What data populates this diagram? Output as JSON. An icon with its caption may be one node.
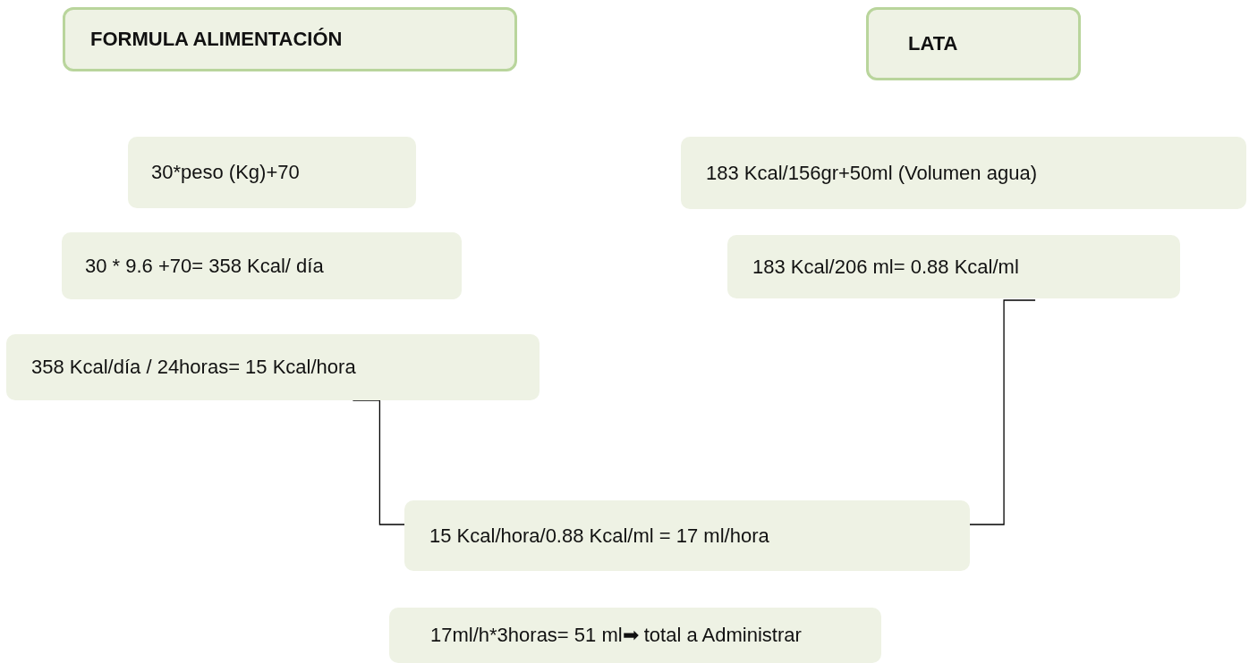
{
  "diagram": {
    "nodes": [
      {
        "text": [
          "FORMULA ALIMENTACIÓN"
        ]
      },
      {
        "text": [
          "LATA"
        ]
      },
      {
        "text": [
          "30*peso (Kg)+70"
        ]
      },
      {
        "text": [
          "30 * 9.6 +70= 358 Kcal/ día"
        ]
      },
      {
        "text": [
          "358 Kcal/día / 24horas= 15 Kcal/hora"
        ]
      },
      {
        "text": [
          "183 Kcal/156gr+50ml (Volumen agua)"
        ]
      },
      {
        "text": [
          "183 Kcal/206 ml= 0.88 Kcal/ml"
        ]
      },
      {
        "text": [
          "15 Kcal/hora/0.88 Kcal/ml = 17 ml/hora"
        ]
      },
      {
        "text": [
          "17ml/h*3horas= 51 ml➡ total a Administrar"
        ]
      }
    ],
    "edges": [
      {
        "from": 4,
        "to": 7,
        "arrow": "none"
      },
      {
        "from": 6,
        "to": 7,
        "arrow": "none"
      }
    ]
  }
}
